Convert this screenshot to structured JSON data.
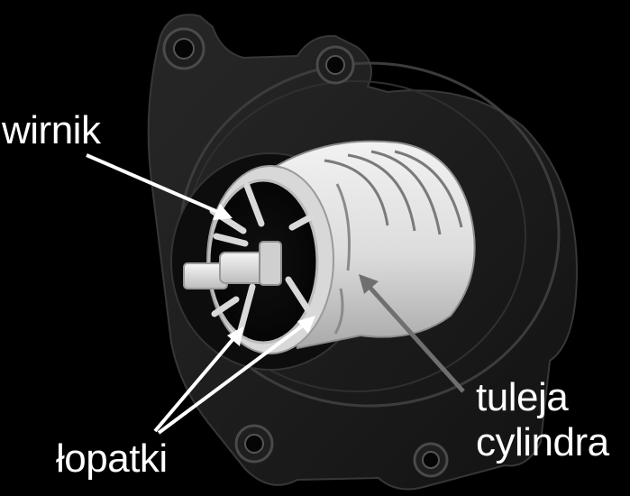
{
  "labels": {
    "rotor": "wirnik",
    "vanes": "łopatki",
    "sleeve_line1": "tuleja",
    "sleeve_line2": "cylindra"
  },
  "colors": {
    "background": "#000000",
    "label_text": "#ffffff",
    "white_arrow": "#ffffff",
    "gray_arrow": "#6f6f6f"
  }
}
